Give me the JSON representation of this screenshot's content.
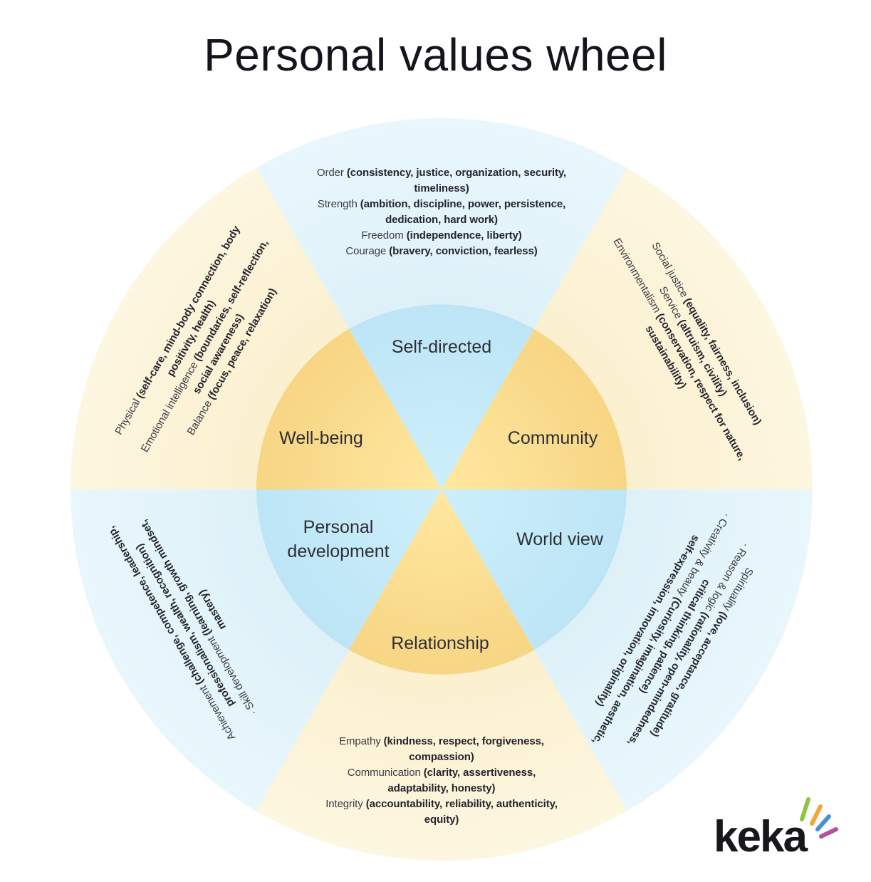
{
  "title": "Personal values wheel",
  "wheel": {
    "colors": {
      "inner_blue_center": "#cdeffb",
      "inner_blue_edge": "#bde5f6",
      "inner_yellow_center": "#ffe8a0",
      "inner_yellow_edge": "#f7d584",
      "outer_blue_inner": "#def1f8",
      "outer_blue_edge": "#e9f7fd",
      "outer_cream_inner": "#fbf0cf",
      "outer_cream_edge": "#fdf6e0"
    },
    "sectors": [
      {
        "id": "self-directed",
        "position": "top",
        "label": "Self-directed",
        "lines": [
          [
            {
              "t": "Order ",
              "b": false
            },
            {
              "t": "(consistency, justice, organization, security,",
              "b": true
            }
          ],
          [
            {
              "t": "timeliness)",
              "b": true
            }
          ],
          [
            {
              "t": "Strength ",
              "b": false
            },
            {
              "t": "(ambition, discipline, power, persistence,",
              "b": true
            }
          ],
          [
            {
              "t": "dedication, hard work)",
              "b": true
            }
          ],
          [
            {
              "t": "Freedom ",
              "b": false
            },
            {
              "t": "(independence, liberty)",
              "b": true
            }
          ],
          [
            {
              "t": "Courage ",
              "b": false
            },
            {
              "t": "(bravery, conviction, fearless)",
              "b": true
            }
          ]
        ]
      },
      {
        "id": "community",
        "position": "top-right",
        "label": "Community",
        "lines": [
          [
            {
              "t": "Social justice ",
              "b": false
            },
            {
              "t": "(equality, fairness, inclusion)",
              "b": true
            }
          ],
          [
            {
              "t": "Service ",
              "b": false
            },
            {
              "t": "(altruism, civility)",
              "b": true
            }
          ],
          [
            {
              "t": "Environmentalism ",
              "b": false
            },
            {
              "t": "(conservation, respect for nature,",
              "b": true
            }
          ],
          [
            {
              "t": "sustainability)",
              "b": true
            }
          ]
        ]
      },
      {
        "id": "world-view",
        "position": "bottom-right",
        "label": "World view",
        "lines": [
          [
            {
              "t": "Spirituality ",
              "b": false
            },
            {
              "t": "(love, acceptance, gratitude)",
              "b": true
            }
          ],
          [
            {
              "t": "· Reason & logic ",
              "b": false
            },
            {
              "t": "(rationality, open-mindedness,",
              "b": true
            }
          ],
          [
            {
              "t": "critical thinking, patience)",
              "b": true
            }
          ],
          [
            {
              "t": "· Creativity & beauty ",
              "b": false
            },
            {
              "t": "(Curiosity, imagination, aesthetic,",
              "b": true
            }
          ],
          [
            {
              "t": "self-expression, innovation, originality)",
              "b": true
            }
          ]
        ]
      },
      {
        "id": "relationship",
        "position": "bottom",
        "label": "Relationship",
        "lines": [
          [
            {
              "t": "Empathy ",
              "b": false
            },
            {
              "t": "(kindness, respect, forgiveness,",
              "b": true
            }
          ],
          [
            {
              "t": "compassion)",
              "b": true
            }
          ],
          [
            {
              "t": "Communication ",
              "b": false
            },
            {
              "t": "(clarity, assertiveness,",
              "b": true
            }
          ],
          [
            {
              "t": "adaptability, honesty)",
              "b": true
            }
          ],
          [
            {
              "t": "Integrity ",
              "b": false
            },
            {
              "t": "(accountability, reliability, authenticity,",
              "b": true
            }
          ],
          [
            {
              "t": "equity)",
              "b": true
            }
          ]
        ]
      },
      {
        "id": "personal-development",
        "position": "bottom-left",
        "label": "Personal\ndevelopment",
        "lines": [
          [
            {
              "t": "Achievement ",
              "b": false
            },
            {
              "t": "(challenge, competence, leadership,",
              "b": true
            }
          ],
          [
            {
              "t": "professionalism, wealth, recognition)",
              "b": true
            }
          ],
          [
            {
              "t": "· Skill development ",
              "b": false
            },
            {
              "t": "(learning, growth mindset,",
              "b": true
            }
          ],
          [
            {
              "t": "mastery)",
              "b": true
            }
          ]
        ]
      },
      {
        "id": "well-being",
        "position": "top-left",
        "label": "Well-being",
        "lines": [
          [
            {
              "t": "Physical ",
              "b": false
            },
            {
              "t": "(self-care, mind-body connection, body",
              "b": true
            }
          ],
          [
            {
              "t": "positivity, health)",
              "b": true
            }
          ],
          [
            {
              "t": "Emotional intelligence ",
              "b": false
            },
            {
              "t": "(boundaries, self-reflection,",
              "b": true
            }
          ],
          [
            {
              "t": "social awareness)",
              "b": true
            }
          ],
          [
            {
              "t": "Balance ",
              "b": false
            },
            {
              "t": "(focus, peace, relaxation)",
              "b": true
            }
          ]
        ]
      }
    ]
  },
  "logo": {
    "text": "keka",
    "spark_colors": [
      "#8cc63e",
      "#f2a53a",
      "#4b8fd4",
      "#b3539e"
    ]
  }
}
